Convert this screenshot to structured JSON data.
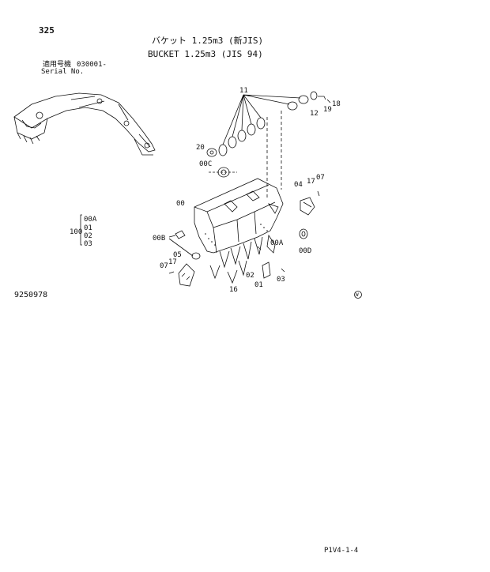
{
  "header": {
    "page_number": "325",
    "title_jp": "バケット 1.25m3 (新JIS)",
    "title_en": "BUCKET 1.25m3 (JIS 94)",
    "serial_label_jp": "適用号機",
    "serial_value": "030001-",
    "serial_label_en": "Serial No."
  },
  "group_bracket": {
    "label": "100",
    "items": [
      "00A",
      "01",
      "02",
      "03"
    ]
  },
  "part_labels": {
    "p11": "11",
    "p12": "12",
    "p18": "18",
    "p19": "19",
    "p20": "20",
    "p00C": "00C",
    "p04": "04",
    "p17a": "17",
    "p07a": "07",
    "p00": "00",
    "p00B": "00B",
    "p05": "05",
    "p07b": "07",
    "p17b": "17",
    "p00A": "00A",
    "p00D": "00D",
    "p02": "02",
    "p01": "01",
    "p03": "03",
    "p16": "16"
  },
  "footer": {
    "figure_number": "9250978",
    "mark": "W",
    "page_code": "P1V4-1-4"
  }
}
